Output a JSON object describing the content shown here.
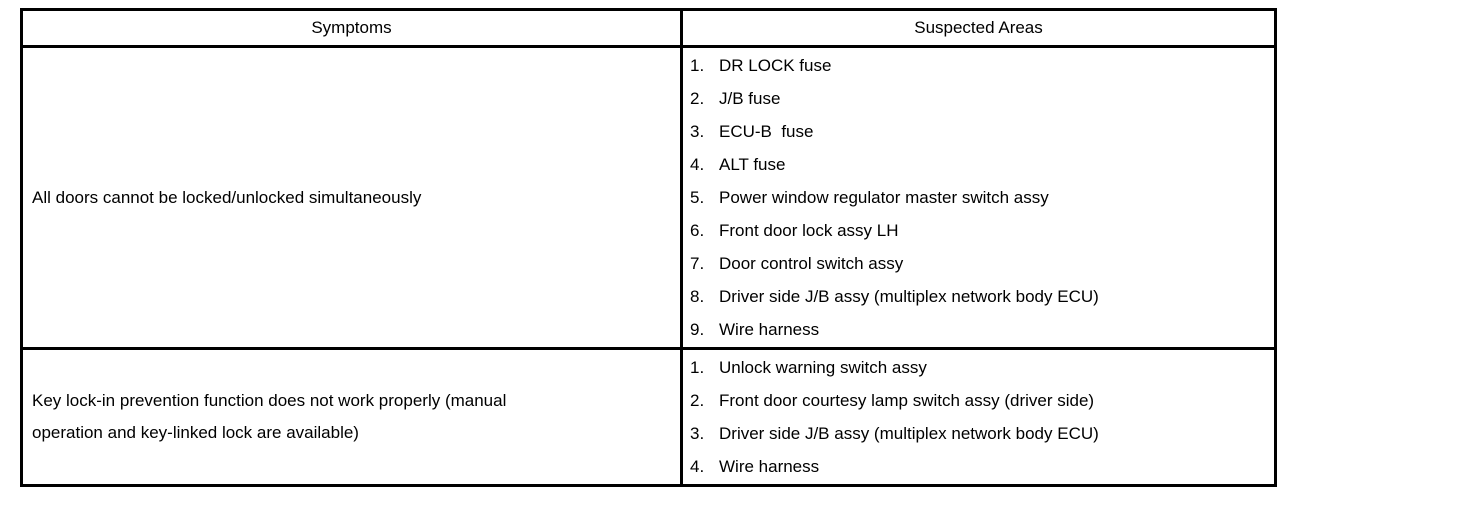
{
  "table": {
    "headers": [
      "Symptoms",
      "Suspected Areas"
    ],
    "rows": [
      {
        "symptom": "All doors cannot be locked/unlocked simultaneously",
        "suspected_areas": [
          {
            "num": "1.",
            "text": "DR LOCK fuse"
          },
          {
            "num": "2.",
            "text": "J/B fuse"
          },
          {
            "num": "3.",
            "text": "ECU-B  fuse"
          },
          {
            "num": "4.",
            "text": "ALT fuse"
          },
          {
            "num": "5.",
            "text": "Power window regulator master switch assy"
          },
          {
            "num": "6.",
            "text": "Front door lock assy LH"
          },
          {
            "num": "7.",
            "text": "Door control switch assy"
          },
          {
            "num": "8.",
            "text": "Driver side J/B assy (multiplex network body ECU)"
          },
          {
            "num": "9.",
            "text": "Wire harness"
          }
        ]
      },
      {
        "symptom": "Key lock-in prevention function does not work properly (manual operation and key-linked lock are available)",
        "suspected_areas": [
          {
            "num": "1.",
            "text": "Unlock warning switch assy"
          },
          {
            "num": "2.",
            "text": "Front door courtesy lamp switch assy (driver side)"
          },
          {
            "num": "3.",
            "text": "Driver side J/B assy (multiplex network body ECU)"
          },
          {
            "num": "4.",
            "text": "Wire harness"
          }
        ]
      }
    ],
    "colors": {
      "border": "#000000",
      "text": "#000000",
      "background": "#ffffff"
    }
  }
}
